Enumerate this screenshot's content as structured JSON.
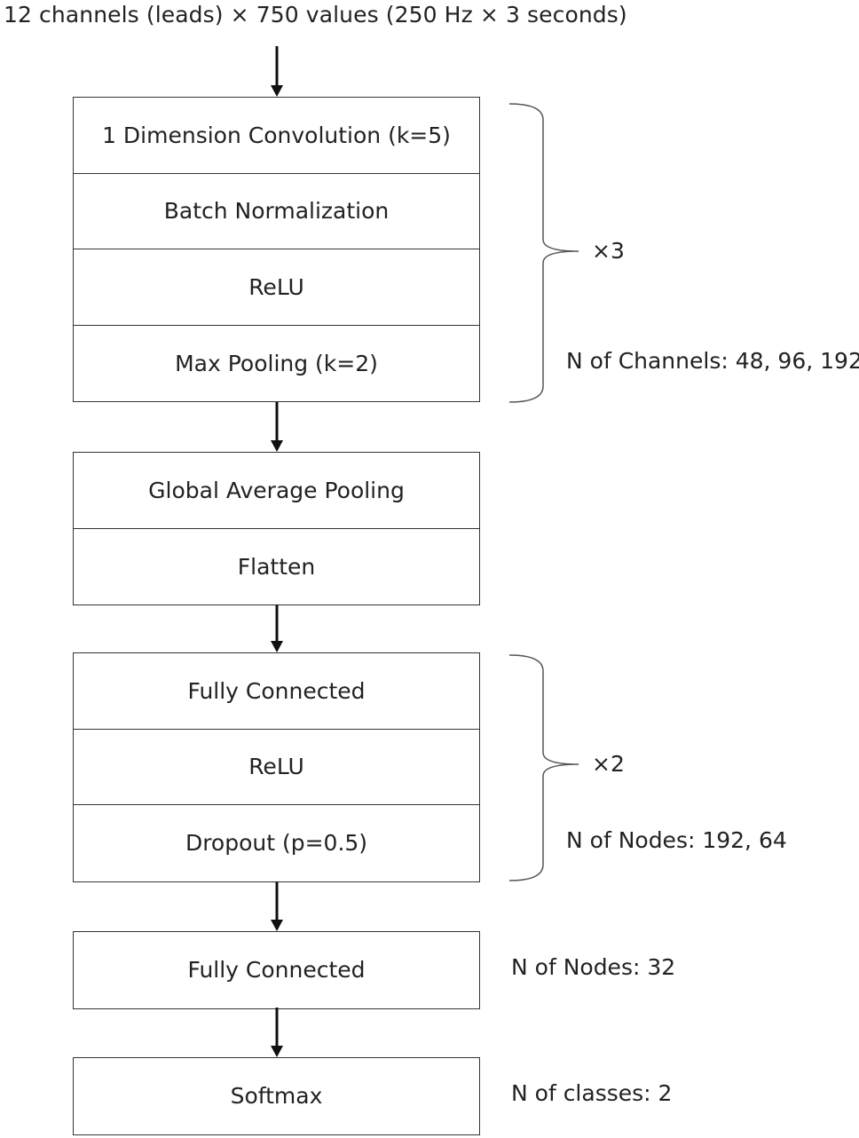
{
  "input_label": "12 channels (leads) × 750 values (250 Hz × 3 seconds)",
  "blocks": [
    {
      "layers": [
        "1 Dimension Convolution (k=5)",
        "Batch Normalization",
        "ReLU",
        "Max Pooling (k=2)"
      ]
    },
    {
      "layers": [
        "Global Average Pooling",
        "Flatten"
      ]
    },
    {
      "layers": [
        "Fully Connected",
        "ReLU",
        "Dropout (p=0.5)"
      ]
    },
    {
      "layers": [
        "Fully Connected"
      ]
    },
    {
      "layers": [
        "Softmax"
      ]
    }
  ],
  "annotations": {
    "conv_repeat": "×3",
    "conv_channels": "N of Channels: 48, 96, 192",
    "fc_repeat": "×2",
    "fc_nodes": "N of Nodes: 192, 64",
    "fc_final_nodes": "N of Nodes: 32",
    "softmax_classes": "N of classes: 2"
  }
}
